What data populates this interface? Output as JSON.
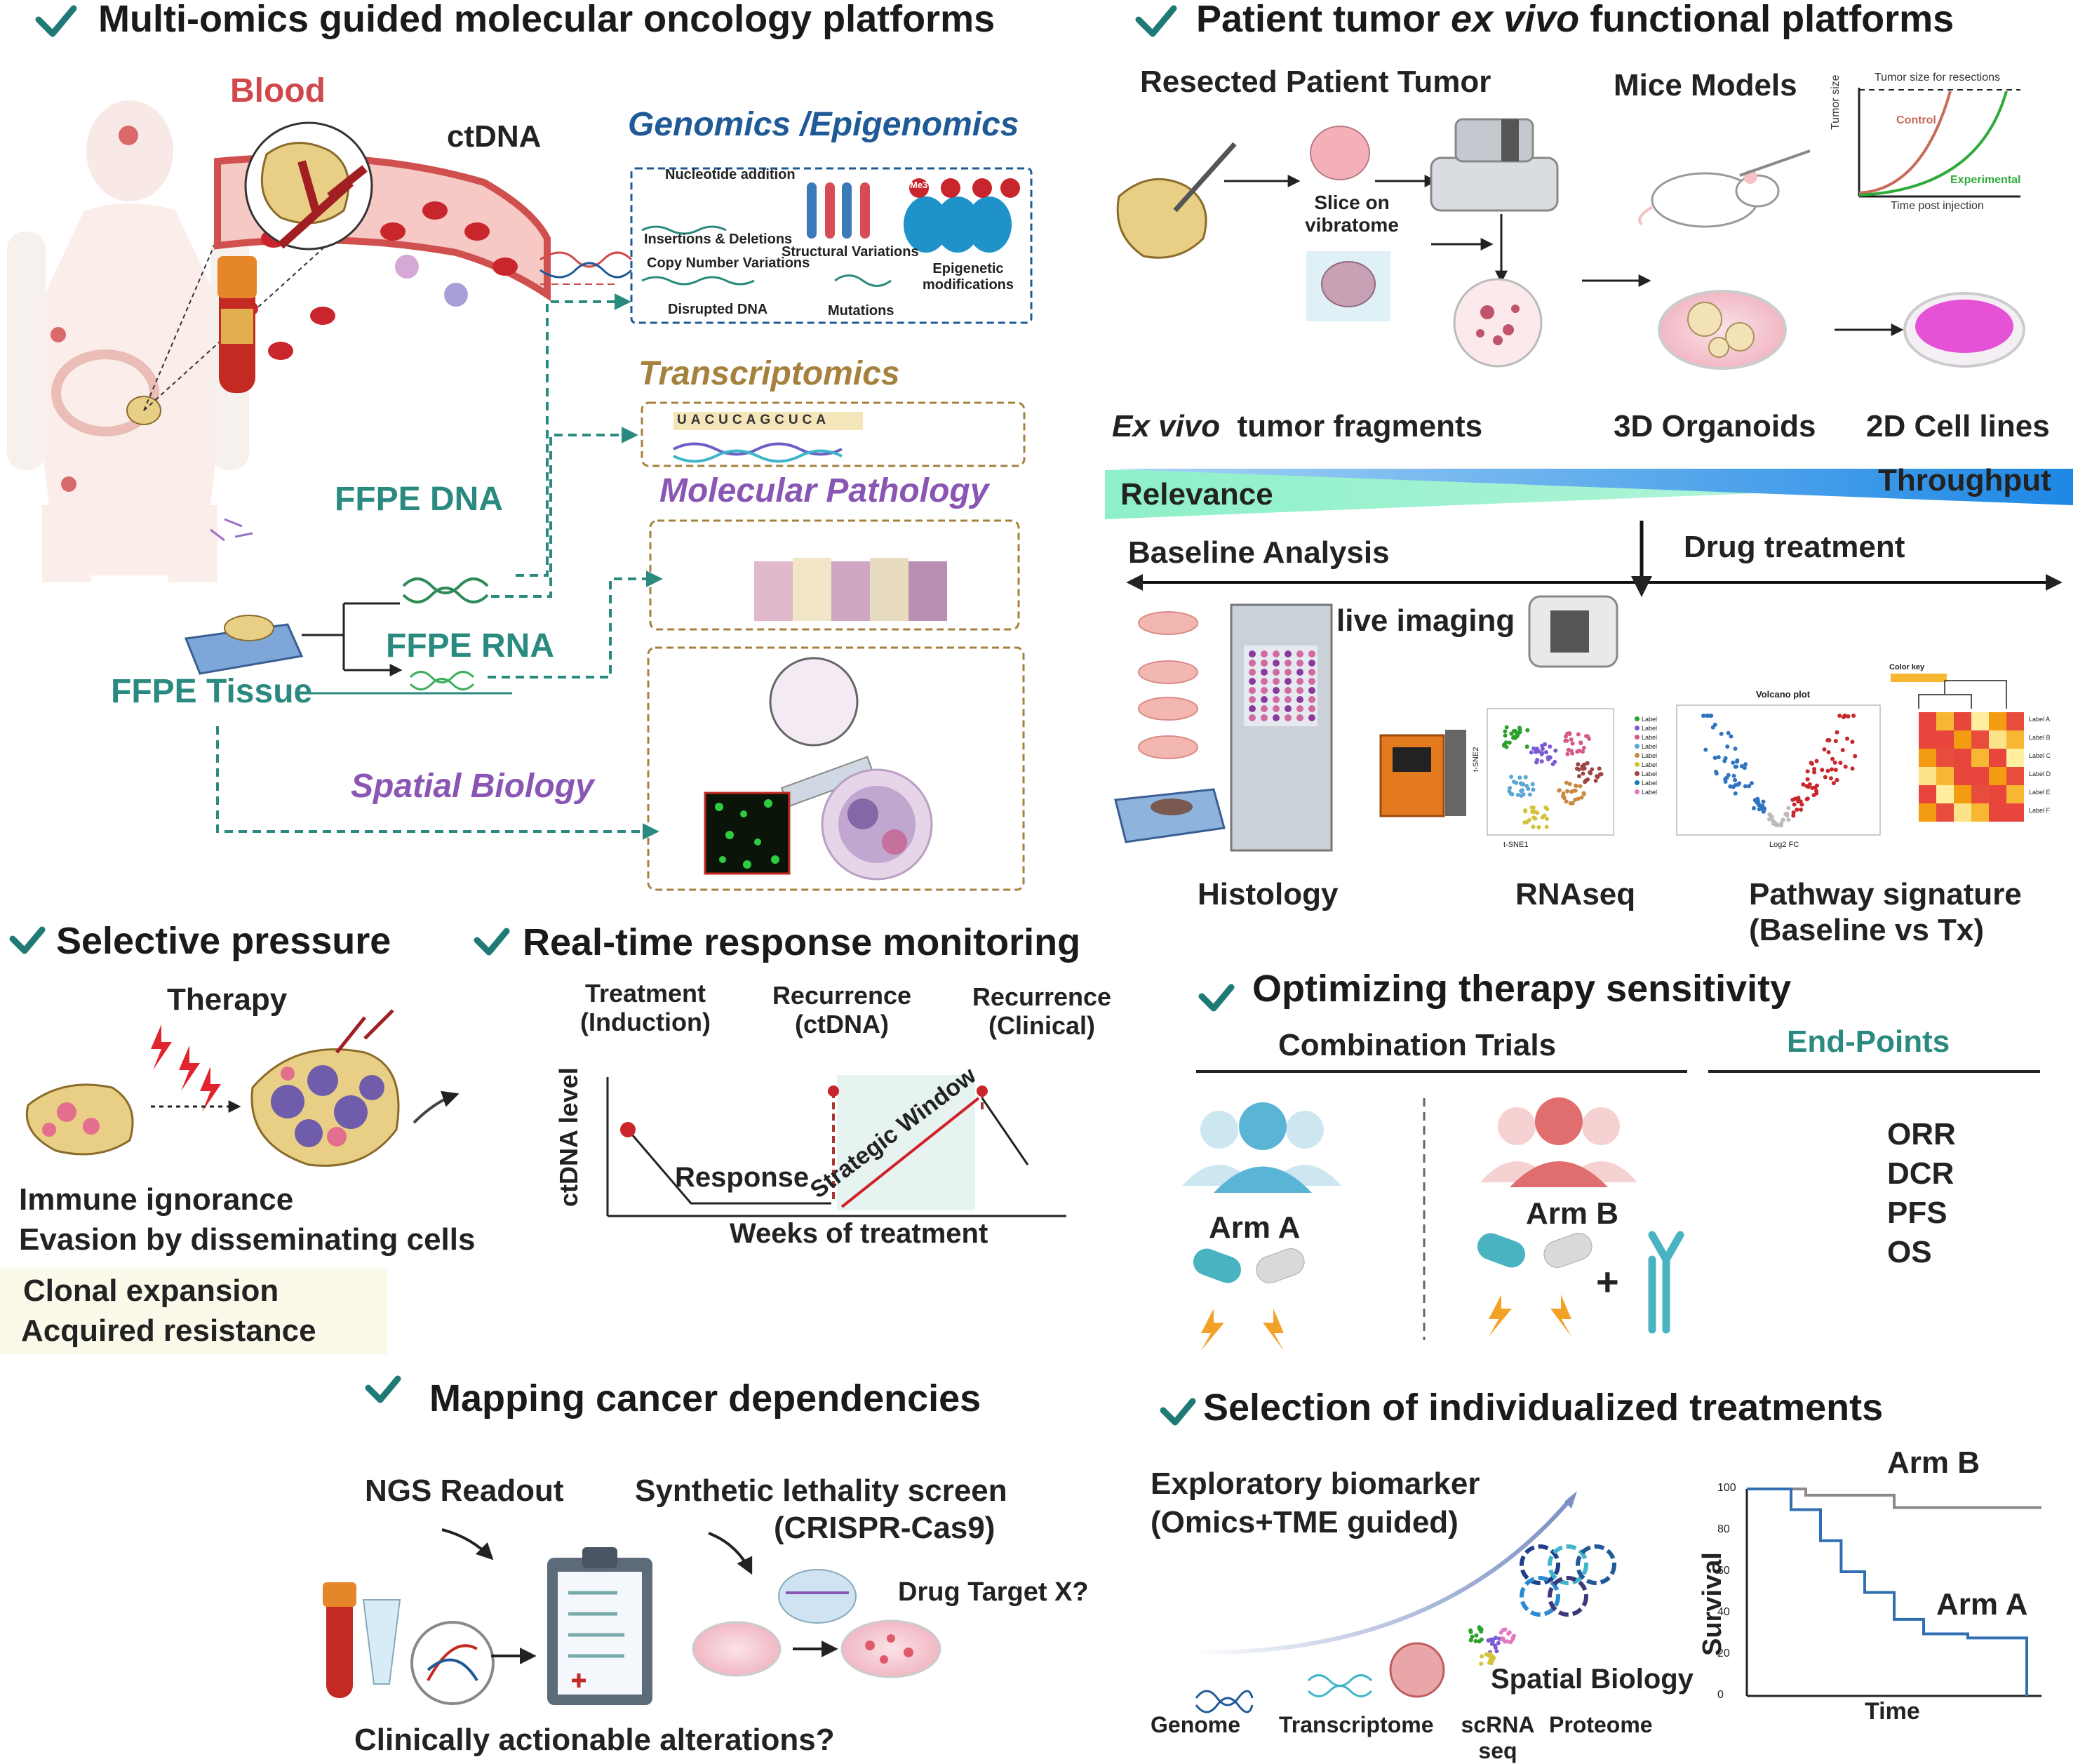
{
  "sections": {
    "multiomics": "Multi-omics guided molecular oncology platforms",
    "exvivo_a": "Patient tumor",
    "exvivo_b": "ex vivo",
    "exvivo_c": "functional platforms",
    "selective": "Selective  pressure",
    "realtime": "Real-time response monitoring",
    "optimizing": "Optimizing therapy sensitivity",
    "mapping": "Mapping cancer dependencies",
    "selection": "Selection of  individualized treatments"
  },
  "omics": {
    "blood": "Blood",
    "ctdna": "ctDNA",
    "genomics": "Genomics /Epigenomics",
    "nucleotide": "Nucleotide addition",
    "indel": "Insertions & Deletions",
    "cnv": "Copy Number Variations",
    "sv": "Structural Variations",
    "disrupted": "Disrupted DNA",
    "mutations": "Mutations",
    "epigenetic1": "Epigenetic",
    "epigenetic2": "modifications",
    "me3": "Me3",
    "transcriptomics": "Transcriptomics",
    "sequence": "UACUCAGCUCA",
    "molpath": "Molecular Pathology",
    "ffpe_dna": "FFPE DNA",
    "ffpe_rna": "FFPE RNA",
    "ffpe_tissue": "FFPE Tissue",
    "spatial": "Spatial Biology"
  },
  "exvivo": {
    "resected": "Resected Patient Tumor",
    "slice1": "Slice on",
    "slice2": "vibratome",
    "mice": "Mice Models",
    "tumor_size_title": "Tumor size for resections",
    "control": "Control",
    "experimental": "Experimental",
    "tumor_size_axis": "Tumor size",
    "time_post": "Time post injection",
    "fragments_a": "Ex vivo",
    "fragments_b": "tumor fragments",
    "organoids": "3D Organoids",
    "cell_lines": "2D Cell lines",
    "relevance": "Relevance",
    "throughput": "Throughput",
    "baseline": "Baseline Analysis",
    "drug": "Drug treatment",
    "live": "live imaging",
    "histology": "Histology",
    "rnaseq": "RNAseq",
    "pathway1": "Pathway signature",
    "pathway2": "(Baseline vs Tx)",
    "volcano": "Volcano plot",
    "color_key": "Color key",
    "tsne1": "t-SNE1",
    "tsne2": "t-SNE2",
    "log2fc": "Log2 FC",
    "label": "Label",
    "heat_labels": [
      "Label A",
      "Label B",
      "Label C",
      "Label D",
      "Label E",
      "Label F"
    ]
  },
  "selective": {
    "therapy": "Therapy",
    "immune": "Immune ignorance",
    "evasion": "Evasion by disseminating cells",
    "clonal": "Clonal expansion",
    "acquired": "Acquired resistance"
  },
  "realtime": {
    "h1a": "Treatment",
    "h1b": "(Induction)",
    "h2a": "Recurrence",
    "h2b": "(ctDNA)",
    "h3a": "Recurrence",
    "h3b": "(Clinical)",
    "ylabel": "ctDNA level",
    "xlabel": "Weeks of treatment",
    "response": "Response",
    "window": "Strategic Window"
  },
  "optimizing": {
    "combination": "Combination  Trials",
    "endpoints": "End-Points",
    "arm_a": "Arm A",
    "arm_b": "Arm B",
    "plus": "+",
    "list": [
      "ORR",
      "DCR",
      "PFS",
      "OS"
    ]
  },
  "mapping": {
    "ngs": "NGS Readout",
    "synthetic": "Synthetic lethality screen",
    "crispr": "(CRISPR-Cas9)",
    "target": "Drug Target X?",
    "actionable": "Clinically actionable alterations?"
  },
  "selection": {
    "exploratory1": "Exploratory biomarker",
    "exploratory2": "(Omics+TME guided)",
    "genome": "Genome",
    "transcriptome": "Transcriptome",
    "scrna1": "scRNA",
    "scrna2": "seq",
    "proteome": "Proteome",
    "spatial": "Spatial Biology"
  },
  "colors": {
    "teal": "#2a8a7f",
    "check": "#1f7a76",
    "blood": "#d1484c",
    "genomics": "#1f5a96",
    "transcriptomics": "#a5813d",
    "pathology": "#8a56b3",
    "arm_a": "#5ab4d6",
    "arm_b": "#e06e6e"
  },
  "chart_data": [
    {
      "type": "line",
      "xlabel": "Time post injection",
      "ylabel": "Tumor size",
      "title": "Tumor size for resections",
      "series": [
        {
          "name": "Control"
        },
        {
          "name": "Experimental"
        }
      ]
    },
    {
      "type": "line",
      "xlabel": "Time",
      "ylabel": "Survival",
      "ylim": [
        0,
        100
      ],
      "yticks": [
        0,
        20,
        40,
        60,
        80,
        100
      ],
      "series": [
        {
          "name": "Arm B",
          "x": [
            0,
            0.1,
            0.2,
            0.5,
            1.0
          ],
          "y": [
            100,
            100,
            97,
            91,
            91
          ]
        },
        {
          "name": "Arm A",
          "x": [
            0,
            0.1,
            0.15,
            0.25,
            0.32,
            0.4,
            0.5,
            0.6,
            0.75,
            0.95
          ],
          "y": [
            100,
            100,
            90,
            75,
            60,
            50,
            37,
            30,
            28,
            0
          ]
        }
      ]
    }
  ]
}
